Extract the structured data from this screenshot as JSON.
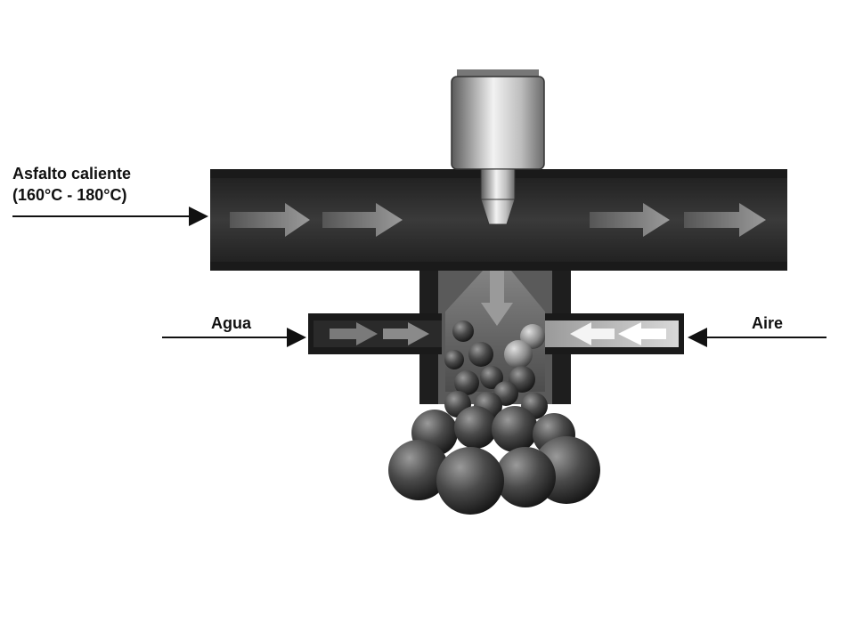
{
  "labels": {
    "hot_asphalt": "Asfalto caliente",
    "temperature": "(160°C - 180°C)",
    "water": "Agua",
    "air": "Aire"
  },
  "colors": {
    "pipe": "#2b2b2b",
    "background": "#ffffff",
    "text": "#111111"
  },
  "icons": [
    "inlet-arrow-icon",
    "flow-arrow-icon",
    "nozzle-icon",
    "droplet-cluster"
  ]
}
